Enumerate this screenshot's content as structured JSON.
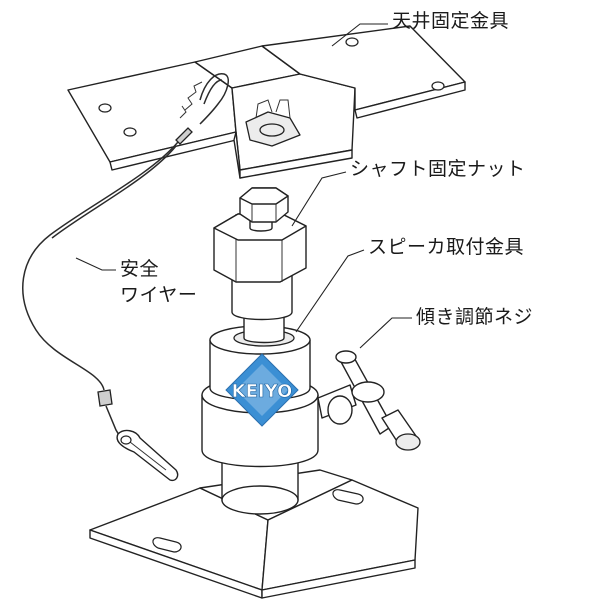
{
  "labels": {
    "ceiling_bracket": "天井固定金具",
    "shaft_nut": "シャフト固定ナット",
    "speaker_bracket": "スピーカ取付金具",
    "safety_wire_line1": "安全",
    "safety_wire_line2": "ワイヤー",
    "tilt_screw": "傾き調節ネジ"
  },
  "logo": {
    "text": "KEIYO",
    "color": "#3b8fd4",
    "accent": "#ffffff"
  }
}
